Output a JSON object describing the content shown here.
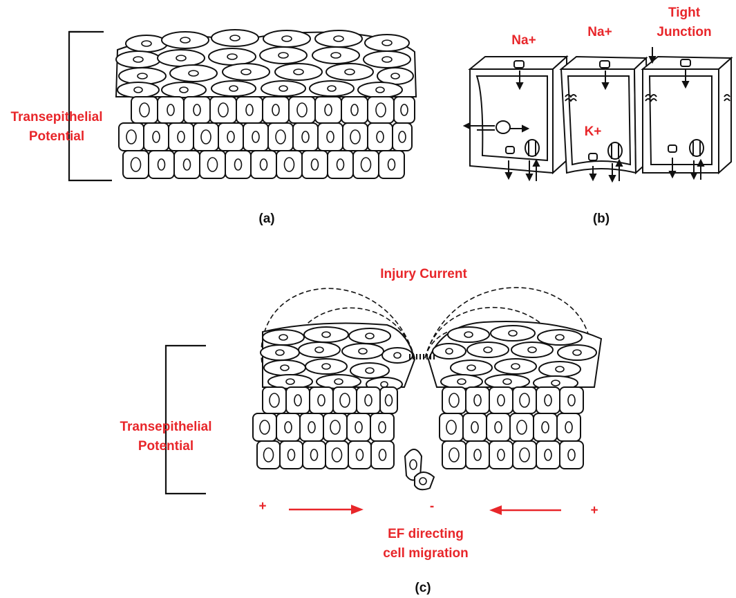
{
  "panel_a": {
    "left_label_line1": "Transepithelial",
    "left_label_line2": "Potential",
    "caption": "(a)"
  },
  "panel_b": {
    "ion_na_1": "Na+",
    "ion_na_2": "Na+",
    "ion_k": "K+",
    "tight_line1": "Tight",
    "tight_line2": "Junction",
    "caption": "(b)"
  },
  "panel_c": {
    "injury_label": "Injury Current",
    "left_label_line1": "Transepithelial",
    "left_label_line2": "Potential",
    "plus_left": "+",
    "minus_center": "-",
    "plus_right": "+",
    "ef_line1": "EF directing",
    "ef_line2": "cell migration",
    "caption": "(c)"
  },
  "colors": {
    "label_red": "#e8262a",
    "ink": "#111111",
    "background": "#ffffff"
  }
}
